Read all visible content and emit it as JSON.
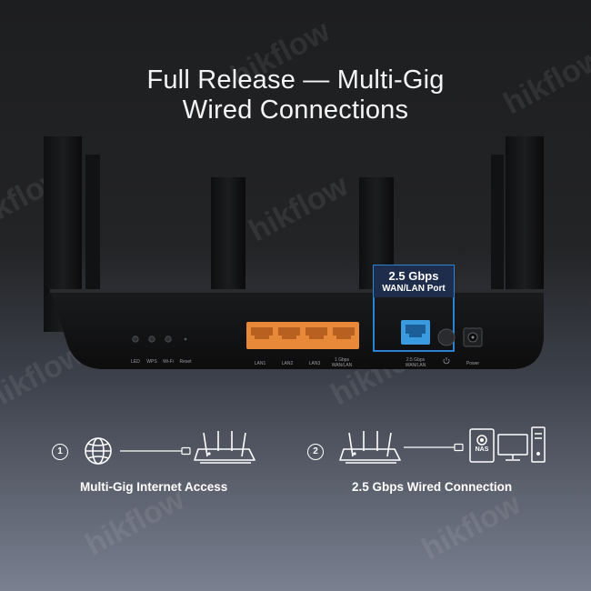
{
  "headline": {
    "line1": "Full Release  — Multi-Gig",
    "line2": "Wired Connections"
  },
  "callout": {
    "speed": "2.5 Gbps",
    "port": "WAN/LAN Port"
  },
  "router_labels": {
    "led": "LED",
    "wps": "WPS",
    "wifi": "Wi-Fi",
    "reset": "Reset",
    "lan1": "LAN1",
    "lan2": "LAN2",
    "lan3": "LAN3",
    "gig_wan_lan": "1 Gbps\nWAN/LAN",
    "multigig_wan_lan": "2.5 Gbps\nWAN/LAN",
    "power": "Power"
  },
  "nas_label": "NAS",
  "steps": [
    {
      "number": "1",
      "caption": "Multi-Gig Internet Access"
    },
    {
      "number": "2",
      "caption": "2.5 Gbps Wired Connection"
    }
  ],
  "watermark": "hikflow",
  "icons": {
    "globe": "globe-icon",
    "router": "router-icon",
    "nas": "nas-icon",
    "monitor": "monitor-icon",
    "pc_tower": "pc-tower-icon",
    "power_button": "power-icon"
  },
  "colors": {
    "lan_port": "#e8893a",
    "multigig_port": "#3b9be0",
    "callout_border": "#2f8fe8",
    "text": "#ffffff"
  }
}
